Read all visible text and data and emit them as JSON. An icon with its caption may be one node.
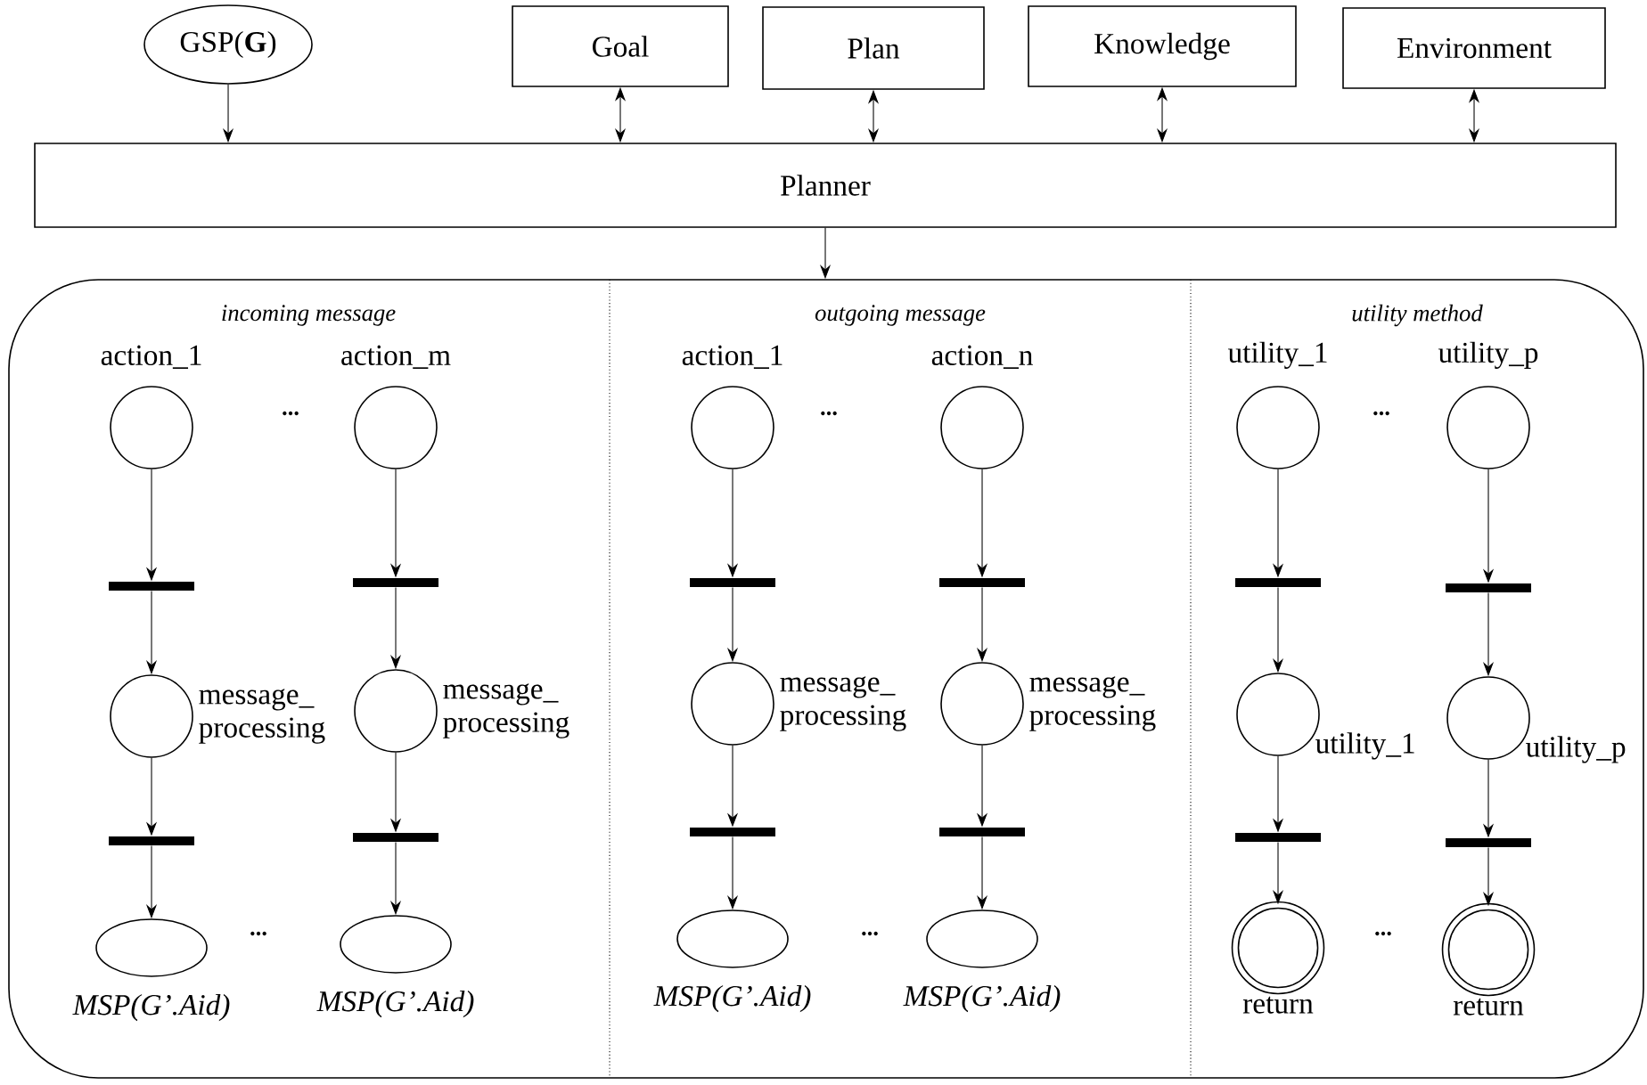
{
  "diagram": {
    "nodes": [
      {
        "text": [
          "GSP(**G**)"
        ]
      },
      {
        "text": [
          "Goal"
        ]
      },
      {
        "text": [
          "Plan"
        ]
      },
      {
        "text": [
          "Knowledge"
        ]
      },
      {
        "text": [
          "Environment"
        ]
      },
      {
        "text": [
          "Planner"
        ]
      },
      {
        "text": [],
        "shape": "box"
      },
      {
        "text": [],
        "shape": "circle",
        "in": 6,
        "beside": [
          "action_1"
        ]
      },
      {
        "text": [],
        "shape": "bar",
        "in": 6
      },
      {
        "text": [],
        "shape": "circle",
        "in": 6,
        "beside": [
          "message_ processing"
        ]
      },
      {
        "text": [],
        "shape": "bar",
        "in": 6
      },
      {
        "text": [],
        "shape": "ellipse",
        "in": 6,
        "beside": [
          "MSP(G’.Aid)"
        ]
      },
      {
        "text": [],
        "shape": "circle",
        "in": 6,
        "beside": [
          "action_m"
        ]
      },
      {
        "text": [],
        "shape": "bar",
        "in": 6
      },
      {
        "text": [],
        "shape": "circle",
        "in": 6,
        "beside": [
          "message_ processing"
        ]
      },
      {
        "text": [],
        "shape": "bar",
        "in": 6
      },
      {
        "text": [],
        "shape": "ellipse",
        "in": 6,
        "beside": [
          "MSP(G’.Aid)"
        ]
      },
      {
        "text": [],
        "shape": "circle",
        "in": 6,
        "beside": [
          "action_1"
        ]
      },
      {
        "text": [],
        "shape": "bar",
        "in": 6
      },
      {
        "text": [],
        "shape": "circle",
        "in": 6,
        "beside": [
          "message_ processing"
        ]
      },
      {
        "text": [],
        "shape": "bar",
        "in": 6
      },
      {
        "text": [],
        "shape": "ellipse",
        "in": 6,
        "beside": [
          "MSP(G’.Aid)"
        ]
      },
      {
        "text": [],
        "shape": "circle",
        "in": 6,
        "beside": [
          "action_n"
        ]
      },
      {
        "text": [],
        "shape": "bar",
        "in": 6
      },
      {
        "text": [],
        "shape": "circle",
        "in": 6,
        "beside": [
          "message_ processing"
        ]
      },
      {
        "text": [],
        "shape": "bar",
        "in": 6
      },
      {
        "text": [],
        "shape": "ellipse",
        "in": 6,
        "beside": [
          "MSP(G’.Aid)"
        ]
      },
      {
        "text": [],
        "shape": "circle",
        "in": 6,
        "beside": [
          "utility_1"
        ]
      },
      {
        "text": [],
        "shape": "bar",
        "in": 6
      },
      {
        "text": [],
        "shape": "circle",
        "in": 6,
        "beside": [
          "utility_1"
        ]
      },
      {
        "text": [],
        "shape": "bar",
        "in": 6
      },
      {
        "text": [],
        "shape": "double-circle",
        "in": 6,
        "beside": [
          "return"
        ]
      },
      {
        "text": [],
        "shape": "circle",
        "in": 6,
        "beside": [
          "utility_p"
        ]
      },
      {
        "text": [],
        "shape": "bar",
        "in": 6
      },
      {
        "text": [],
        "shape": "circle",
        "in": 6,
        "beside": [
          "utility_p"
        ]
      },
      {
        "text": [],
        "shape": "bar",
        "in": 6
      },
      {
        "text": [],
        "shape": "double-circle",
        "in": 6,
        "beside": [
          "return"
        ]
      }
    ],
    "edges": [
      {
        "from": 0,
        "to": 5,
        "arrow": "to"
      },
      {
        "from": 1,
        "to": 5,
        "arrow": "both"
      },
      {
        "from": 2,
        "to": 5,
        "arrow": "both"
      },
      {
        "from": 3,
        "to": 5,
        "arrow": "both"
      },
      {
        "from": 4,
        "to": 5,
        "arrow": "both"
      },
      {
        "from": 5,
        "to": 6,
        "arrow": "to"
      },
      {
        "from": 7,
        "to": 8,
        "arrow": "to"
      },
      {
        "from": 8,
        "to": 9,
        "arrow": "to"
      },
      {
        "from": 9,
        "to": 10,
        "arrow": "to"
      },
      {
        "from": 10,
        "to": 11,
        "arrow": "to"
      },
      {
        "from": 12,
        "to": 13,
        "arrow": "to"
      },
      {
        "from": 13,
        "to": 14,
        "arrow": "to"
      },
      {
        "from": 14,
        "to": 15,
        "arrow": "to"
      },
      {
        "from": 15,
        "to": 16,
        "arrow": "to"
      },
      {
        "from": 17,
        "to": 18,
        "arrow": "to"
      },
      {
        "from": 18,
        "to": 19,
        "arrow": "to"
      },
      {
        "from": 19,
        "to": 20,
        "arrow": "to"
      },
      {
        "from": 20,
        "to": 21,
        "arrow": "to"
      },
      {
        "from": 22,
        "to": 23,
        "arrow": "to"
      },
      {
        "from": 23,
        "to": 24,
        "arrow": "to"
      },
      {
        "from": 24,
        "to": 25,
        "arrow": "to"
      },
      {
        "from": 25,
        "to": 26,
        "arrow": "to"
      },
      {
        "from": 27,
        "to": 28,
        "arrow": "to"
      },
      {
        "from": 28,
        "to": 29,
        "arrow": "to"
      },
      {
        "from": 29,
        "to": 30,
        "arrow": "to"
      },
      {
        "from": 30,
        "to": 31,
        "arrow": "to"
      },
      {
        "from": 32,
        "to": 33,
        "arrow": "to"
      },
      {
        "from": 33,
        "to": 34,
        "arrow": "to"
      },
      {
        "from": 34,
        "to": 35,
        "arrow": "to"
      },
      {
        "from": 35,
        "to": 36,
        "arrow": "to"
      }
    ],
    "labels": [
      "incoming message",
      "outgoing message",
      "utility method",
      "...",
      "...",
      "...",
      "...",
      "...",
      "..."
    ]
  }
}
